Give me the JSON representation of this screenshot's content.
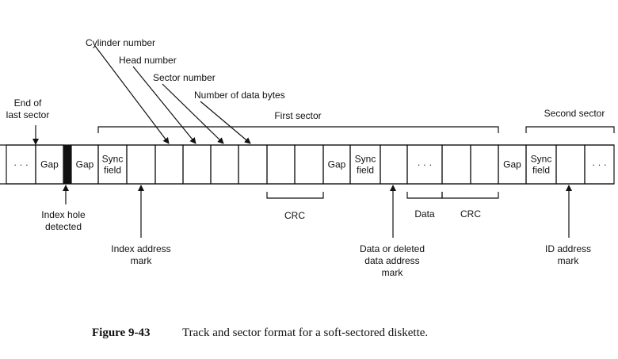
{
  "track": {
    "cells": [
      {
        "id": "leading-ellipsis",
        "label": "· · ·"
      },
      {
        "id": "gap-1",
        "label": "Gap"
      },
      {
        "id": "index-hole",
        "label": ""
      },
      {
        "id": "gap-2",
        "label": "Gap"
      },
      {
        "id": "sync-field-1",
        "label": "Sync\nfield"
      },
      {
        "id": "index-address-mark",
        "label": ""
      },
      {
        "id": "cylinder-number",
        "label": ""
      },
      {
        "id": "head-number",
        "label": ""
      },
      {
        "id": "sector-number",
        "label": ""
      },
      {
        "id": "number-of-data-bytes",
        "label": ""
      },
      {
        "id": "crc-1a",
        "label": ""
      },
      {
        "id": "crc-1b",
        "label": ""
      },
      {
        "id": "gap-3",
        "label": "Gap"
      },
      {
        "id": "sync-field-2",
        "label": "Sync\nfield"
      },
      {
        "id": "data-address-mark",
        "label": ""
      },
      {
        "id": "data-ellipsis",
        "label": "· · ·"
      },
      {
        "id": "crc-2a",
        "label": ""
      },
      {
        "id": "crc-2b",
        "label": ""
      },
      {
        "id": "gap-4",
        "label": "Gap"
      },
      {
        "id": "sync-field-3",
        "label": "Sync\nfield"
      },
      {
        "id": "id-address-mark",
        "label": ""
      },
      {
        "id": "trailing-ellipsis",
        "label": "· · ·"
      }
    ]
  },
  "labels": {
    "end_of_last_sector": "End of\nlast sector",
    "cylinder_number": "Cylinder number",
    "head_number": "Head number",
    "sector_number": "Sector number",
    "number_of_data_bytes": "Number of data bytes",
    "first_sector": "First sector",
    "second_sector": "Second sector",
    "index_hole_detected": "Index hole\ndetected",
    "index_address_mark": "Index address\nmark",
    "crc_first": "CRC",
    "data": "Data",
    "crc_second": "CRC",
    "data_address_mark": "Data or deleted\ndata address\nmark",
    "id_address_mark": "ID address\nmark"
  },
  "caption": {
    "label": "Figure 9-43",
    "text": "Track and sector format for a soft-sectored diskette."
  }
}
